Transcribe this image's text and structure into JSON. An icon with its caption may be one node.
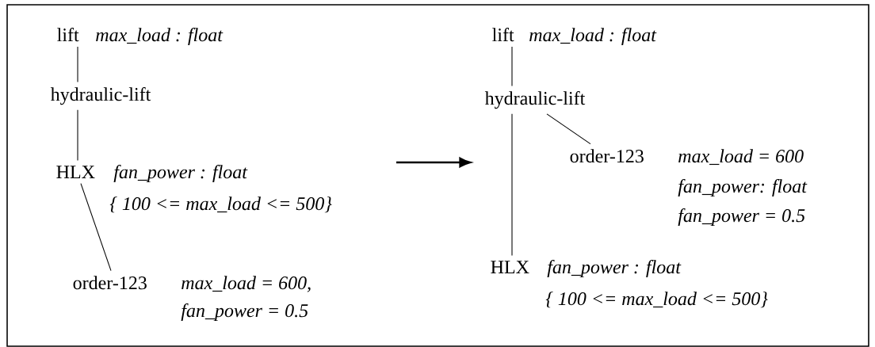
{
  "diagram": {
    "nodes": [
      {
        "text": [
          "lift"
        ],
        "beside": [
          "*max_load : float*"
        ]
      },
      {
        "text": [
          "hydraulic-lift"
        ]
      },
      {
        "text": [
          "HLX"
        ],
        "beside": [
          "*fan_power : float*",
          "*{ 100 <= max_load <= 500}*"
        ]
      },
      {
        "text": [
          "order-123"
        ],
        "beside": [
          "*max_load = 600,*",
          "*fan_power = 0.5*"
        ]
      },
      {
        "text": [
          "lift"
        ],
        "beside": [
          "*max_load : float*"
        ]
      },
      {
        "text": [
          "hydraulic-lift"
        ]
      },
      {
        "text": [
          "order-123"
        ],
        "beside": [
          "*max_load = 600*",
          "*fan_power: float*",
          "*fan_power = 0.5*"
        ]
      },
      {
        "text": [
          "HLX"
        ],
        "beside": [
          "*fan_power : float*",
          "*{ 100 <= max_load <= 500}*"
        ]
      }
    ],
    "edges": [
      {
        "from": 0,
        "to": 1,
        "arrow": "none"
      },
      {
        "from": 1,
        "to": 2,
        "arrow": "none"
      },
      {
        "from": 2,
        "to": 3,
        "arrow": "none"
      },
      {
        "from": 4,
        "to": 5,
        "arrow": "none"
      },
      {
        "from": 5,
        "to": 6,
        "arrow": "none"
      },
      {
        "from": 5,
        "to": 7,
        "arrow": "none"
      }
    ]
  }
}
